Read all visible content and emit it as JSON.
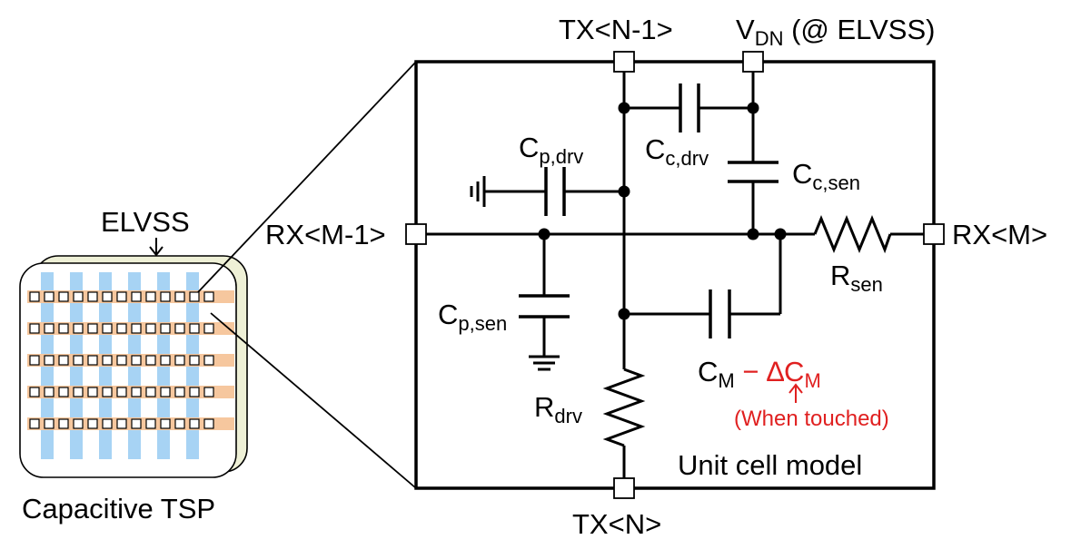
{
  "panel": {
    "elvss_label": "ELVSS",
    "caption": "Capacitive TSP"
  },
  "ports": {
    "tx_top": "TX<N-1>",
    "tx_bottom": "TX<N>",
    "rx_left": "RX<M-1>",
    "rx_right": "RX<M>",
    "vdn_main": "V",
    "vdn_sub": "DN",
    "vdn_suffix": " (@ ELVSS)"
  },
  "components": {
    "c_p_drv": {
      "main": "C",
      "sub": "p,drv"
    },
    "c_c_drv": {
      "main": "C",
      "sub": "c,drv"
    },
    "c_c_sen": {
      "main": "C",
      "sub": "c,sen"
    },
    "c_p_sen": {
      "main": "C",
      "sub": "p,sen"
    },
    "r_sen": {
      "main": "R",
      "sub": "sen"
    },
    "r_drv": {
      "main": "R",
      "sub": "drv"
    },
    "c_m": {
      "main": "C",
      "sub": "M",
      "minus": "−",
      "delta": "∆C",
      "delta_sub": "M"
    }
  },
  "annotation": {
    "touch": "(When touched)",
    "color": "#e02020"
  },
  "box_label": "Unit cell model",
  "colors": {
    "tsp_blue": "#a7d3f4",
    "tsp_orange": "#f6c79e",
    "line": "#000000"
  }
}
